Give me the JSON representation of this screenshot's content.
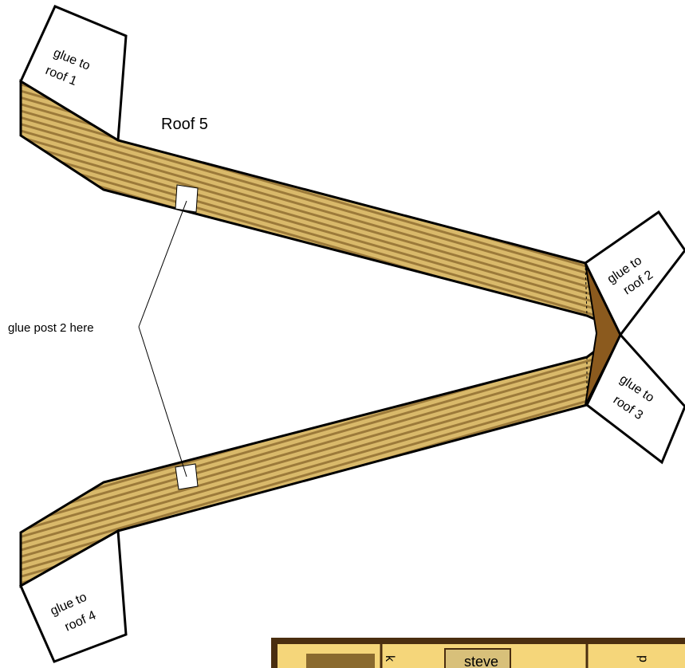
{
  "title": "Roof 5",
  "note": "glue post 2 here",
  "tabs": {
    "roof1": {
      "line1": "glue to",
      "line2": "roof 1"
    },
    "roof2": {
      "line1": "glue to",
      "line2": "roof 2"
    },
    "roof3": {
      "line1": "glue to",
      "line2": "roof 3"
    },
    "roof4": {
      "line1": "glue to",
      "line2": "roof 4"
    }
  },
  "bottom_panel": {
    "label_a": "k",
    "label_b": "steve",
    "label_c": "p"
  },
  "colors": {
    "roof_light": "#D9B96A",
    "roof_stripe": "#8A6A2E",
    "ridge_dark": "#8B5A1E",
    "panel_fill": "#F5D67A",
    "panel_border": "#4A2E10",
    "panel_box": "#D8C07A"
  }
}
